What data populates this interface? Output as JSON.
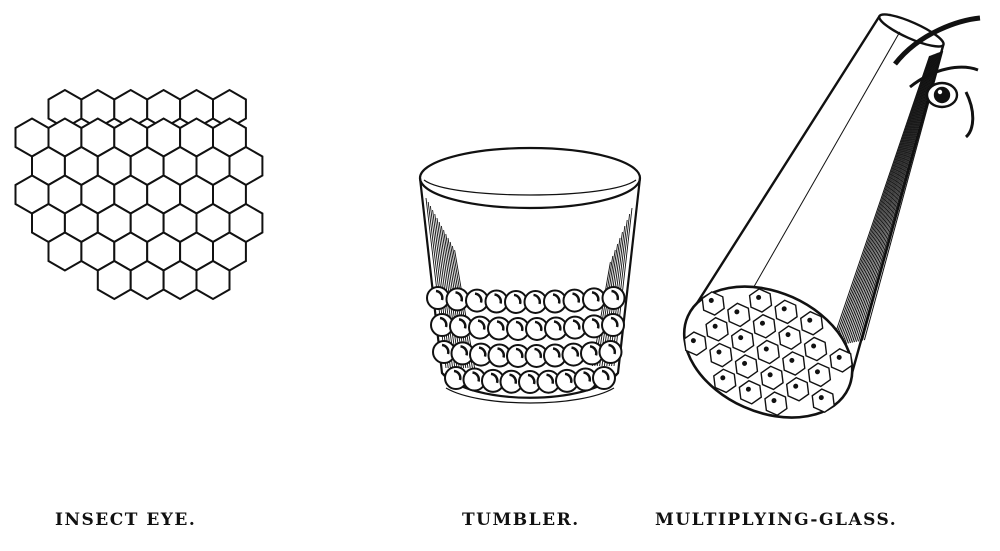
{
  "captions": {
    "insect_eye": "INSECT EYE.",
    "tumbler": "TUMBLER.",
    "multiplying_glass": "MULTIPLYING-GLASS."
  },
  "colors": {
    "ink": "#111111",
    "paper": "#ffffff"
  }
}
